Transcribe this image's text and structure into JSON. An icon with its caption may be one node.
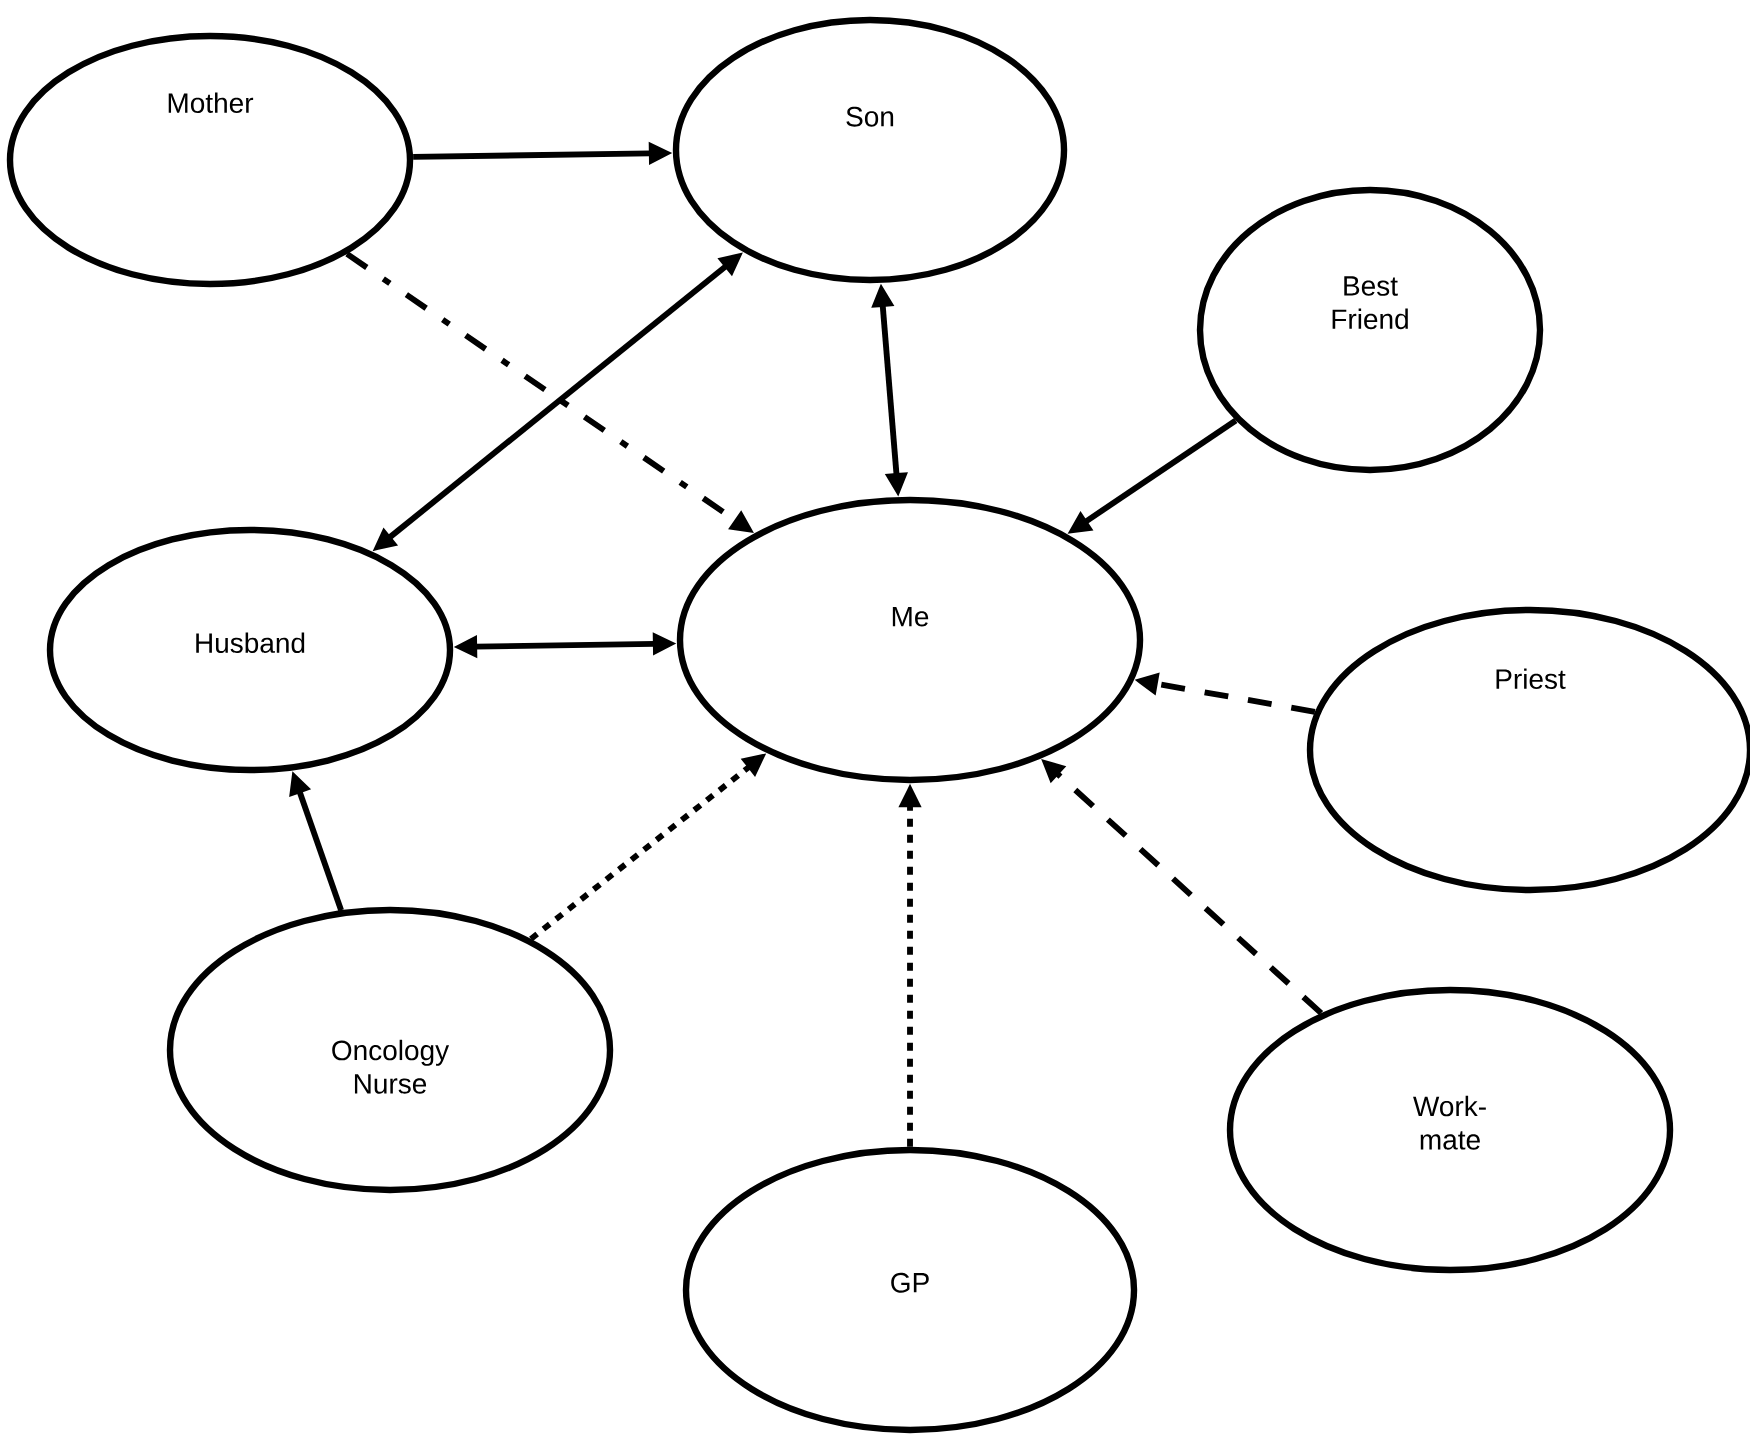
{
  "diagram": {
    "nodes": [
      {
        "text": [
          "Mother"
        ]
      },
      {
        "text": [
          "Son"
        ]
      },
      {
        "text": [
          "Best Friend"
        ]
      },
      {
        "text": [
          "Husband"
        ]
      },
      {
        "text": [
          "Me"
        ]
      },
      {
        "text": [
          "Priest"
        ]
      },
      {
        "text": [
          "Oncology Nurse"
        ]
      },
      {
        "text": [
          "Work-mate"
        ]
      },
      {
        "text": [
          "GP"
        ]
      }
    ],
    "edges": [
      {
        "from": 0,
        "to": 1,
        "arrow": "to"
      },
      {
        "from": 0,
        "to": 4,
        "arrow": "to",
        "style": "dashed"
      },
      {
        "from": 1,
        "to": 4,
        "arrow": "both"
      },
      {
        "from": 1,
        "to": 3,
        "arrow": "both"
      },
      {
        "from": 2,
        "to": 4,
        "arrow": "to"
      },
      {
        "from": 3,
        "to": 4,
        "arrow": "both"
      },
      {
        "from": 5,
        "to": 4,
        "arrow": "to",
        "style": "dashed"
      },
      {
        "from": 6,
        "to": 3,
        "arrow": "to"
      },
      {
        "from": 6,
        "to": 4,
        "arrow": "to",
        "style": "dashed"
      },
      {
        "from": 8,
        "to": 4,
        "arrow": "to",
        "style": "dashed"
      },
      {
        "from": 7,
        "to": 4,
        "arrow": "to",
        "style": "dashed"
      }
    ]
  }
}
